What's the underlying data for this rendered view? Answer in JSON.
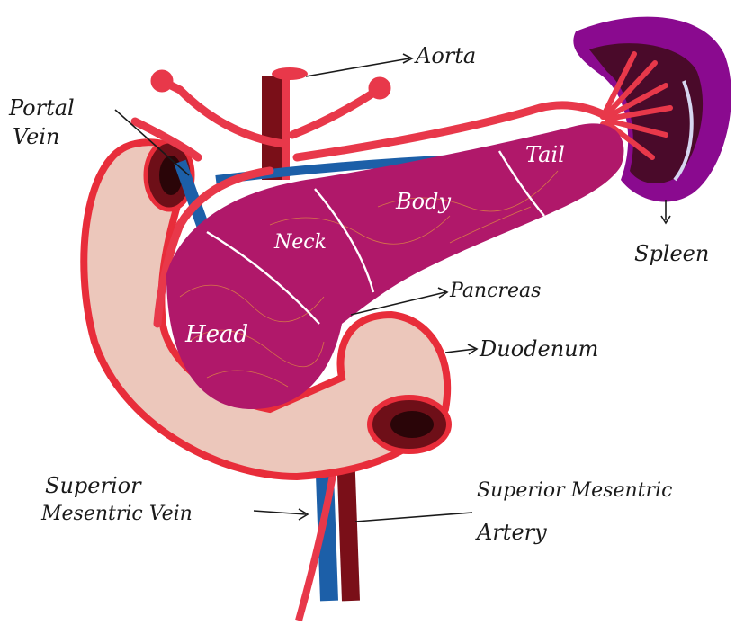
{
  "labels": {
    "aorta": "Aorta",
    "portal_vein_line1": "Portal",
    "portal_vein_line2": "Vein",
    "spleen": "Spleen",
    "pancreas": "Pancreas",
    "duodenum": "Duodenum",
    "smv_line1": "Superior",
    "smv_line2": "Mesentric Vein",
    "sma_line1": "Superior Mesentric",
    "sma_line2": "Artery"
  },
  "regions": {
    "head": "Head",
    "neck": "Neck",
    "body": "Body",
    "tail": "Tail"
  },
  "colors": {
    "pancreas": "#b0186a",
    "duodenum_fill": "#ecc7bb",
    "duodenum_outline": "#e82d3a",
    "artery": "#e8384a",
    "aorta_dark": "#7a0f18",
    "vein": "#1c5fa8",
    "spleen": "#8a0a8f",
    "spleen_inner": "#4a0a2a"
  }
}
